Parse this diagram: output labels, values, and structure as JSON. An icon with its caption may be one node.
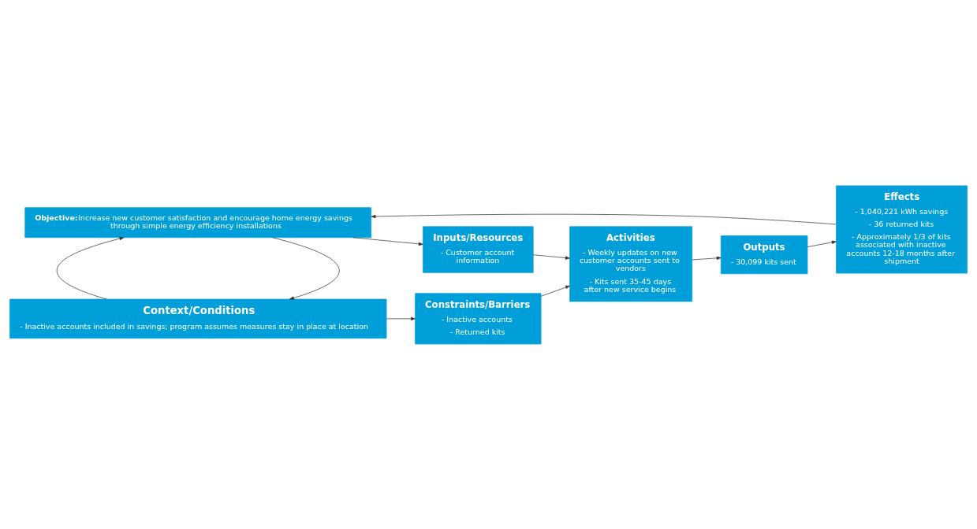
{
  "diagram": {
    "nodes": [
      {
        "text": [
          "Objective:",
          "Increase new customer satisfaction and encourage home energy savings through simple energy efficiency installations"
        ]
      },
      {
        "text": [
          "Inputs/Resources",
          "- Customer account information"
        ]
      },
      {
        "text": [
          "Activities",
          "- Weekly updates on new customer accounts sent to vendors",
          "- Kits sent 35-45 days after new service begins"
        ]
      },
      {
        "text": [
          "Outputs",
          "- 30,099 kits sent"
        ]
      },
      {
        "text": [
          "Effects",
          "- 1,040,221 kWh savings",
          "- 36 returned kits",
          "- Approximately 1/3 of kits associated with inactive accounts 12-18 months after shipment"
        ]
      },
      {
        "text": [
          "Constraints/Barriers",
          "- Inactive accounts",
          "- Returned kits"
        ]
      },
      {
        "text": [
          "Context/Conditions",
          "- Inactive accounts included in savings; program assumes measures stay in place at location"
        ]
      }
    ],
    "edges": [
      {
        "from": 0,
        "to": 1,
        "arrow": "to"
      },
      {
        "from": 1,
        "to": 2,
        "arrow": "to"
      },
      {
        "from": 5,
        "to": 2,
        "arrow": "to"
      },
      {
        "from": 2,
        "to": 3,
        "arrow": "to"
      },
      {
        "from": 3,
        "to": 4,
        "arrow": "to"
      },
      {
        "from": 4,
        "to": 0,
        "arrow": "to"
      },
      {
        "from": 0,
        "to": 6,
        "arrow": "to"
      },
      {
        "from": 6,
        "to": 5,
        "arrow": "to"
      },
      {
        "from": 6,
        "to": 0,
        "arrow": "to"
      }
    ]
  }
}
